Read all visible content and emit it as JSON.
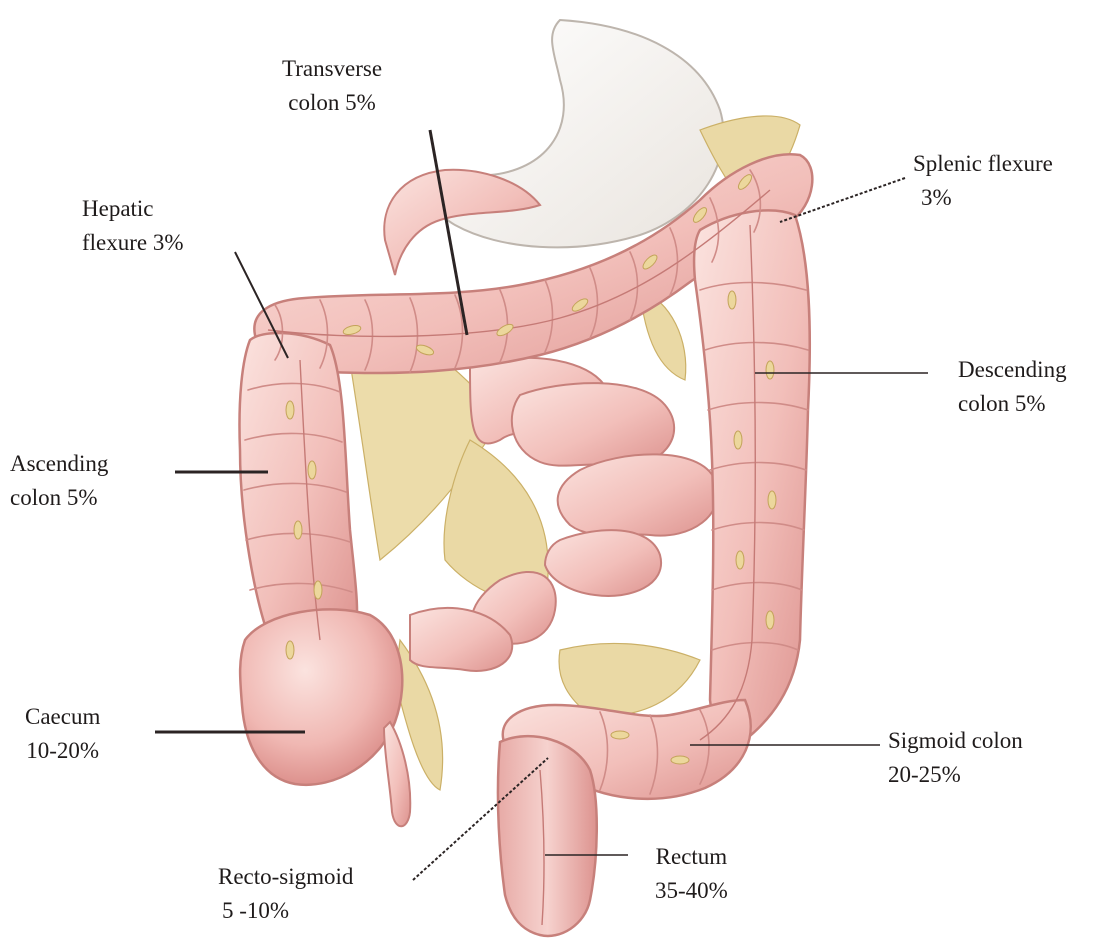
{
  "labels": {
    "transverse": {
      "line1": "Transverse",
      "line2": "colon 5%"
    },
    "hepatic": {
      "line1": "Hepatic",
      "line2": "flexure 3%"
    },
    "splenic": {
      "line1": "Splenic flexure",
      "line2": "3%"
    },
    "descending": {
      "line1": "Descending",
      "line2": "colon 5%"
    },
    "ascending": {
      "line1": "Ascending",
      "line2": "colon 5%"
    },
    "caecum": {
      "line1": "Caecum",
      "line2": "10-20%"
    },
    "sigmoid": {
      "line1": "Sigmoid colon",
      "line2": "20-25%"
    },
    "rectum": {
      "line1": "Rectum",
      "line2": "35-40%"
    },
    "rectosigmoid": {
      "line1": "Recto-sigmoid",
      "line2": "5 -10%"
    }
  },
  "colors": {
    "bowel_fill": "#f2bfba",
    "bowel_shadow": "#dd938f",
    "bowel_highlight": "#fbe3df",
    "fat": "#ead9a5",
    "fat_dark": "#cbb067",
    "stomach": "#f3f0ec",
    "leader_line": "#2b2424"
  }
}
